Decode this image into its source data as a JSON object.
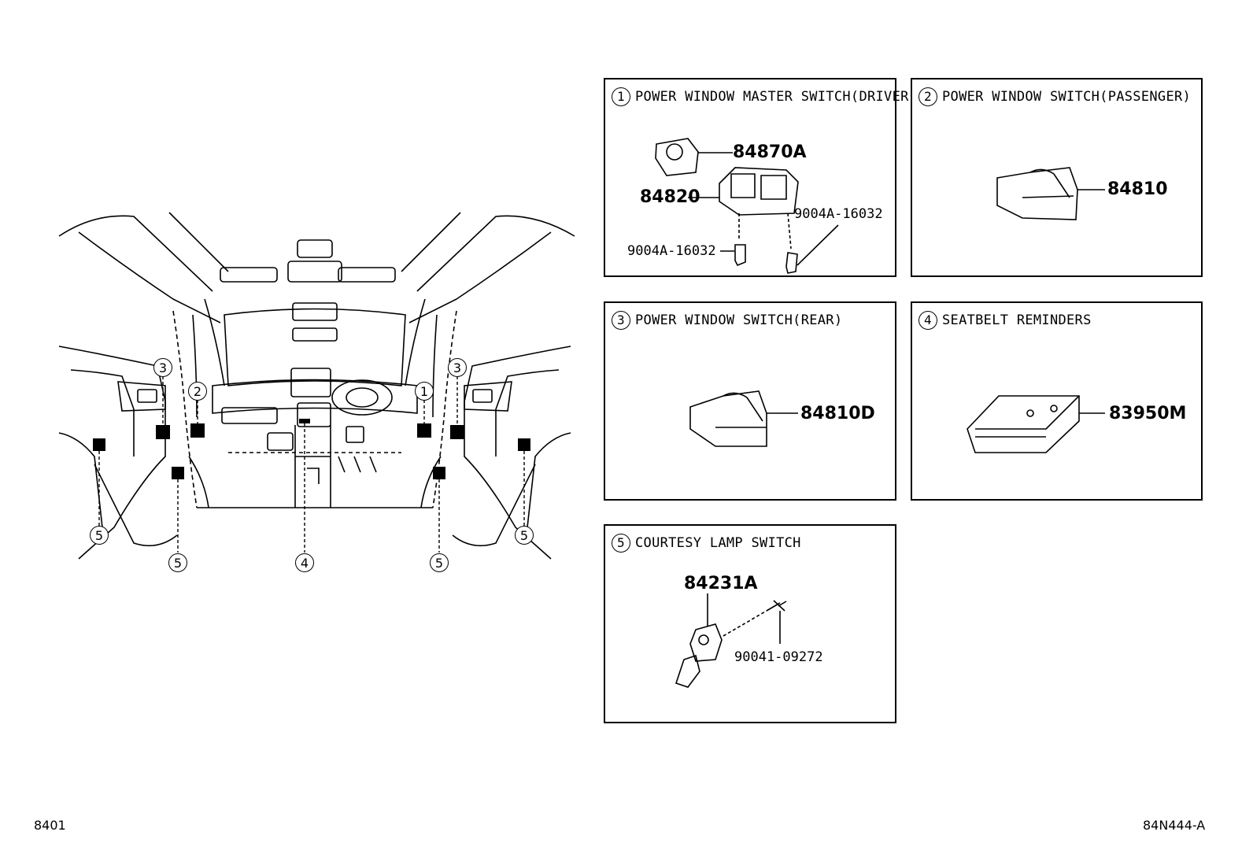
{
  "panels": [
    {
      "num": "1",
      "title": "POWER WINDOW MASTER SWITCH(DRIVER)",
      "parts": [
        "84870A",
        "84820",
        "9004A-16032",
        "9004A-16032"
      ]
    },
    {
      "num": "2",
      "title": "POWER WINDOW SWITCH(PASSENGER)",
      "parts": [
        "84810"
      ]
    },
    {
      "num": "3",
      "title": "POWER WINDOW SWITCH(REAR)",
      "parts": [
        "84810D"
      ]
    },
    {
      "num": "4",
      "title": "SEATBELT REMINDERS",
      "parts": [
        "83950M"
      ]
    },
    {
      "num": "5",
      "title": "COURTESY LAMP SWITCH",
      "parts": [
        "84231A",
        "90041-09272"
      ]
    }
  ],
  "interior_callouts": [
    "3",
    "2",
    "1",
    "3",
    "5",
    "5",
    "4",
    "5",
    "5"
  ],
  "footer": {
    "left": "8401",
    "right": "84N444-A"
  }
}
